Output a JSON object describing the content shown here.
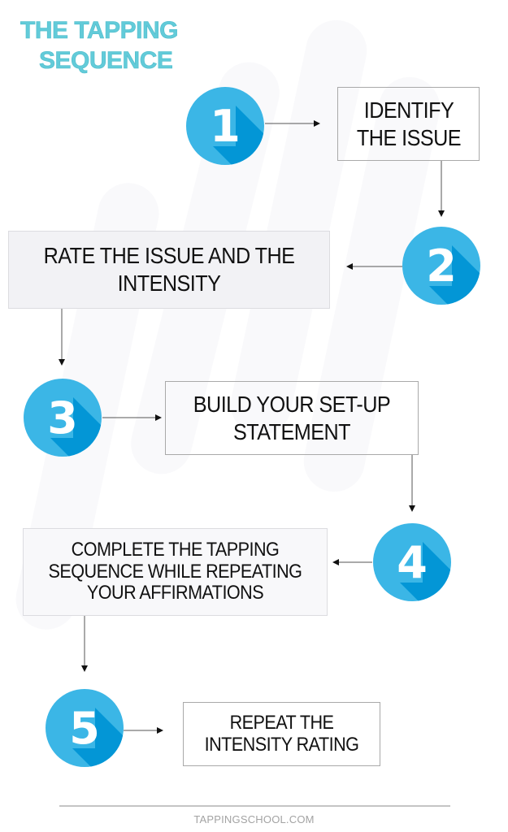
{
  "title": {
    "line1": "THE TAPPING",
    "line2": "SEQUENCE"
  },
  "colors": {
    "title": "#62cbd9",
    "circle": "#3bb6e6",
    "circle_shadow": "#0396d6",
    "text": "#111111"
  },
  "steps": [
    {
      "number": "1",
      "text": "IDENTIFY THE ISSUE"
    },
    {
      "number": "2",
      "text": "RATE THE ISSUE AND THE INTENSITY"
    },
    {
      "number": "3",
      "text": "BUILD YOUR SET-UP STATEMENT"
    },
    {
      "number": "4",
      "text": "COMPLETE THE TAPPING SEQUENCE WHILE REPEATING YOUR AFFIRMATIONS"
    },
    {
      "number": "5",
      "text": "REPEAT THE INTENSITY RATING"
    }
  ],
  "footer": "TAPPINGSCHOOL.COM"
}
